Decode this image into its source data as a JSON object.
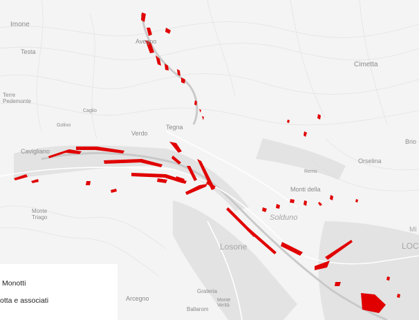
{
  "map": {
    "places": [
      {
        "id": "imone",
        "text": "Imone"
      },
      {
        "id": "avegno",
        "text": "Avegno"
      },
      {
        "id": "cimetta",
        "text": "Cimetta"
      },
      {
        "id": "testa",
        "text": "Testa"
      },
      {
        "id": "terre-pedemonte",
        "text": "Terre\nPedemonte"
      },
      {
        "id": "verdo",
        "text": "Verdo"
      },
      {
        "id": "tegna",
        "text": "Tegna"
      },
      {
        "id": "cavigliano",
        "text": "Cavigliano"
      },
      {
        "id": "orselina",
        "text": "Orselina"
      },
      {
        "id": "brio",
        "text": "Brio"
      },
      {
        "id": "monti-della",
        "text": "Monti della"
      },
      {
        "id": "solduno",
        "text": "Solduno"
      },
      {
        "id": "monte-triago",
        "text": "Monte\nTriago"
      },
      {
        "id": "losone",
        "text": "Losone"
      },
      {
        "id": "loc",
        "text": "LOC"
      },
      {
        "id": "arcegno",
        "text": "Arcegno"
      },
      {
        "id": "grateria",
        "text": "Grateria"
      },
      {
        "id": "monte-verita",
        "text": "Monte\nVerità"
      },
      {
        "id": "ballarom",
        "text": "Ballarom"
      },
      {
        "id": "golino",
        "text": "Golino"
      },
      {
        "id": "caglio",
        "text": "Caglio"
      },
      {
        "id": "remo",
        "text": "Remo"
      },
      {
        "id": "mi",
        "text": "Mi"
      }
    ],
    "flood_color": "#e00000",
    "legend_color": "#ffffff"
  },
  "credits": {
    "line1": "Monotti",
    "line2": "otta e associati"
  }
}
